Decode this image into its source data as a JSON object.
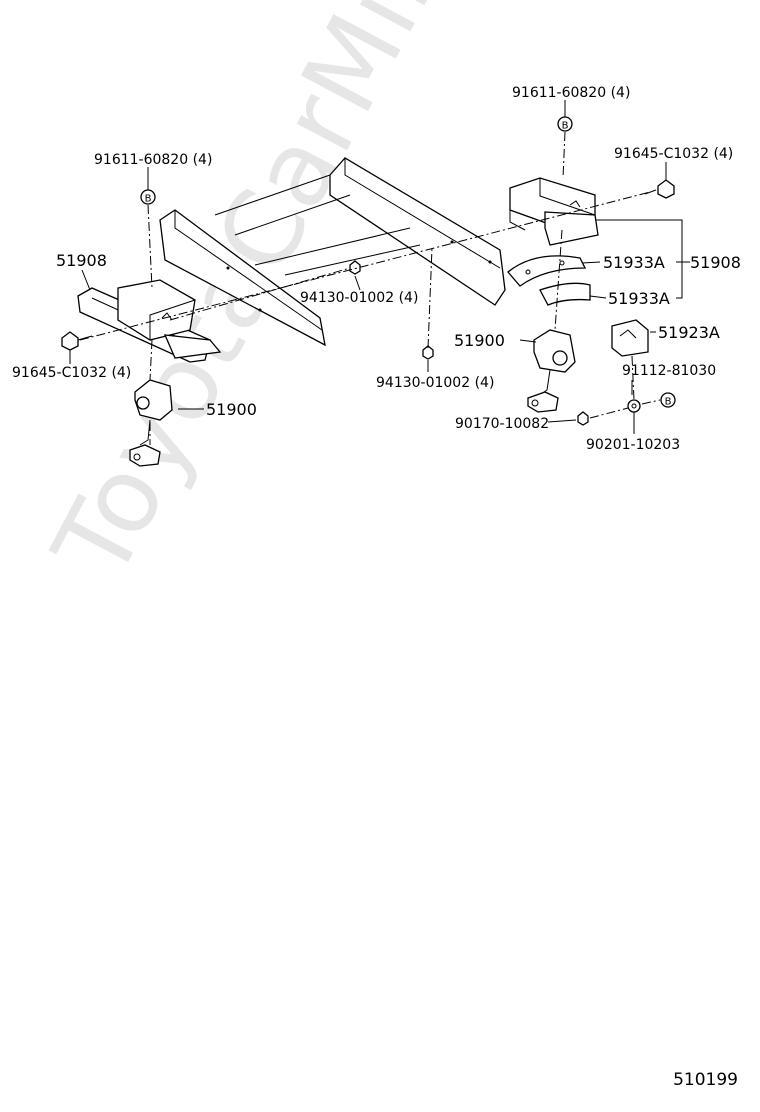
{
  "labels": {
    "bolt_top_right": "91611-60820 (4)",
    "bolt_top_left": "91611-60820 (4)",
    "bolt_right": "91645-C1032 (4)",
    "bolt_left": "91645-C1032 (4)",
    "carrier_left": "51908",
    "carrier_right": "51908",
    "nut_center": "94130-01002 (4)",
    "nut_lower": "94130-01002 (4)",
    "holder_left": "51900",
    "holder_right": "51900",
    "cushion_upper": "51933A",
    "cushion_lower": "51933A",
    "guide": "51923A",
    "bolt_guide": "91112-81030",
    "nut_small": "90170-10082",
    "washer": "90201-10203"
  },
  "marks": {
    "b": "B"
  },
  "watermark": "ToyotaCarMine.ru",
  "diagram_code": "510199"
}
